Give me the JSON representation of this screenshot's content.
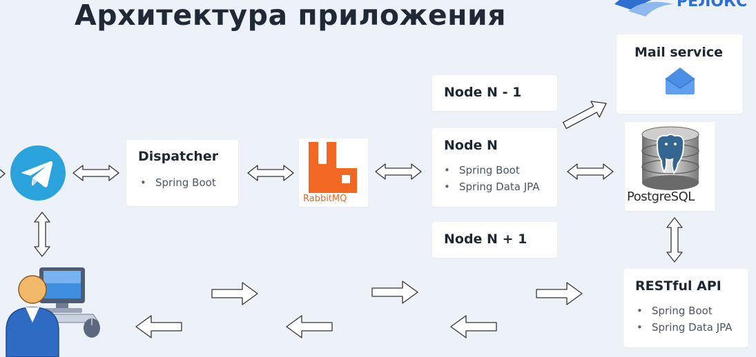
{
  "title": "Архитектура приложения",
  "logo": {
    "text": "РЕЛОКС",
    "icon": "brand-logo-icon"
  },
  "nodes": {
    "dispatcher": {
      "title": "Dispatcher",
      "items": [
        "Spring Boot"
      ]
    },
    "rabbitmq": {
      "label": "RabbitMQ",
      "icon": "rabbitmq-logo-icon"
    },
    "node_prev": {
      "title": "Node N - 1"
    },
    "node_n": {
      "title": "Node N",
      "items": [
        "Spring Boot",
        "Spring Data JPA"
      ]
    },
    "node_next": {
      "title": "Node N + 1"
    },
    "mail": {
      "title": "Mail service",
      "icon": "mail-envelope-icon"
    },
    "postgres": {
      "label": "PostgreSQL",
      "icon": "postgresql-logo-icon"
    },
    "rest": {
      "title": "RESTful API",
      "items": [
        "Spring Boot",
        "Spring Data JPA"
      ]
    },
    "telegram": {
      "icon": "telegram-logo-icon"
    },
    "user": {
      "icon": "user-computer-icon"
    }
  },
  "colors": {
    "background": "#edf2f9",
    "card": "#ffffff",
    "title": "#1f2a36",
    "telegram": "#2aa3dc",
    "rabbitmq": "#f26722",
    "mail": "#4a8ee6",
    "postgres_elephant": "#336791",
    "brand": "#2e6fd0"
  }
}
